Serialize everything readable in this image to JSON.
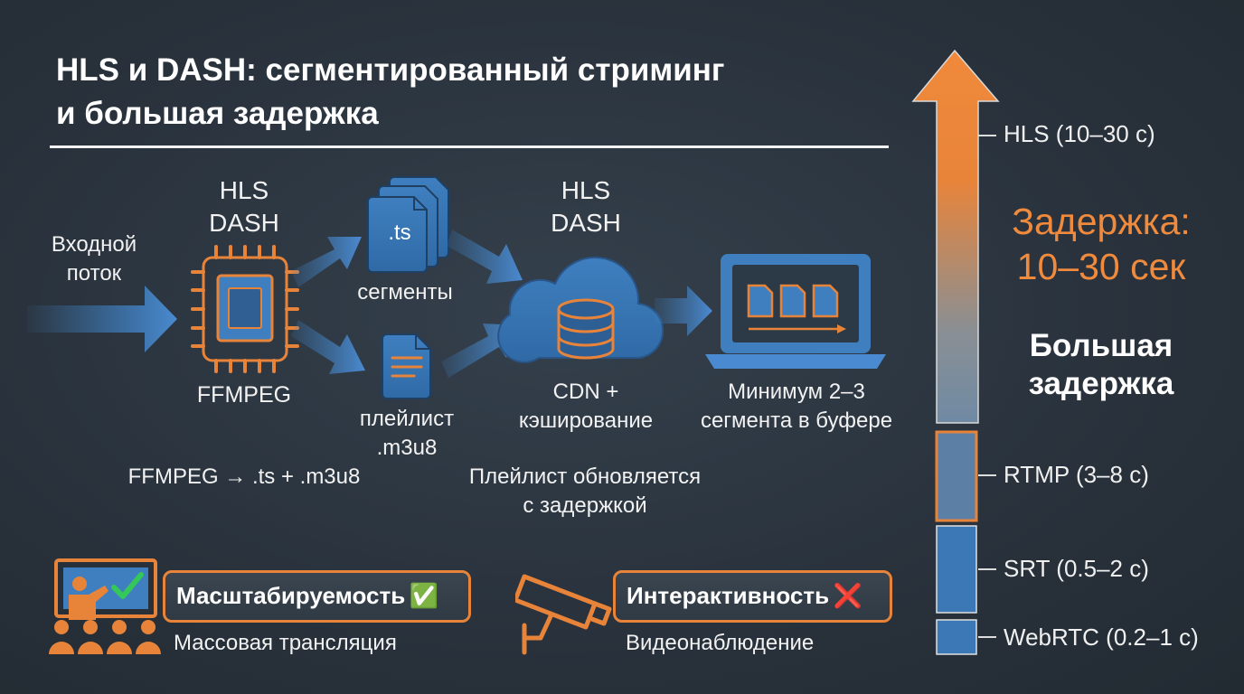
{
  "title": {
    "line1": "HLS и DASH: сегментированный стриминг",
    "line2": "и большая задержка"
  },
  "flow": {
    "input_line1": "Входной",
    "input_line2": "поток",
    "encoder_top1": "HLS",
    "encoder_top2": "DASH",
    "encoder_name": "FFMPEG",
    "ts_icon_label": ".ts",
    "segments_label": "сегменты",
    "playlist_line1": "плейлист",
    "playlist_line2": ".m3u8",
    "cdn_top1": "HLS",
    "cdn_top2": "DASH",
    "cdn_line1": "CDN +",
    "cdn_line2": "кэширование",
    "buffer_line1": "Минимум 2–3",
    "buffer_line2": "сегмента в буфере",
    "ffmpeg_caption": "FFMPEG → .ts + .m3u8",
    "playlist_caption_line1": "Плейлист обновляется",
    "playlist_caption_line2": "с задержкой"
  },
  "cards": [
    {
      "title": "Масштабируемость",
      "status": "✅",
      "subtitle": "Массовая трансляция",
      "icon": "presentation-audience-icon"
    },
    {
      "title": "Интерактивность",
      "status": "❌",
      "subtitle": "Видеонаблюдение",
      "icon": "security-camera-icon"
    }
  ],
  "latency_scale": {
    "headline_line1": "Задержка:",
    "headline_line2": "10–30 сек",
    "tag_line1": "Большая",
    "tag_line2": "задержка",
    "levels": [
      {
        "label": "HLS (10–30 с)"
      },
      {
        "label": "RTMP (3–8 с)"
      },
      {
        "label": "SRT (0.5–2 с)"
      },
      {
        "label": "WebRTC (0.2–1 с)"
      }
    ]
  },
  "colors": {
    "background": "#2a333d",
    "accent_orange": "#e8843a",
    "accent_blue": "#3f7fbf",
    "text": "#ffffff"
  }
}
